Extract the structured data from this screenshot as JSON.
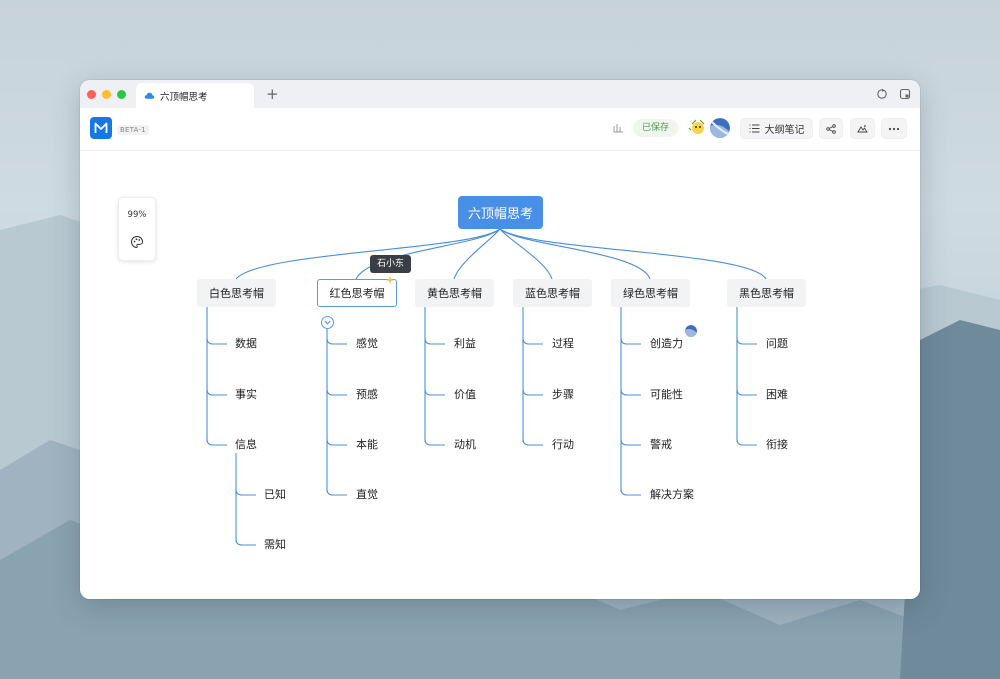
{
  "tab": {
    "title": "六顶帽思考",
    "new_tab": "+"
  },
  "toolbar": {
    "beta": "BETA-1",
    "saved": "已保存",
    "outline_label": "大纲笔记"
  },
  "zoom": {
    "label": "99%"
  },
  "mindmap": {
    "root": "六顶帽思考",
    "branches": [
      {
        "label": "白色思考帽",
        "children": [
          "数据",
          "事实",
          "信息"
        ],
        "grandchildren": [
          "已知",
          "需知"
        ]
      },
      {
        "label": "红色思考帽",
        "children": [
          "感觉",
          "预感",
          "本能",
          "直觉"
        ]
      },
      {
        "label": "黄色思考帽",
        "children": [
          "利益",
          "价值",
          "动机"
        ]
      },
      {
        "label": "蓝色思考帽",
        "children": [
          "过程",
          "步骤",
          "行动"
        ]
      },
      {
        "label": "绿色思考帽",
        "children": [
          "创造力",
          "可能性",
          "警戒",
          "解决方案"
        ]
      },
      {
        "label": "黑色思考帽",
        "children": [
          "问题",
          "困难",
          "衔接"
        ]
      }
    ]
  },
  "collaborator_tag": "石小东",
  "colors": {
    "accent": "#4a8fe7",
    "line": "#4a8fd6",
    "saved_green": "#4a9a52"
  },
  "icons": {
    "tab": "cloud-icon",
    "logo": "logo-icon",
    "outline": "list-icon",
    "share": "share-icon",
    "theme": "theme-icon",
    "more": "more-icon",
    "palette": "palette-icon",
    "help": "help-icon"
  }
}
